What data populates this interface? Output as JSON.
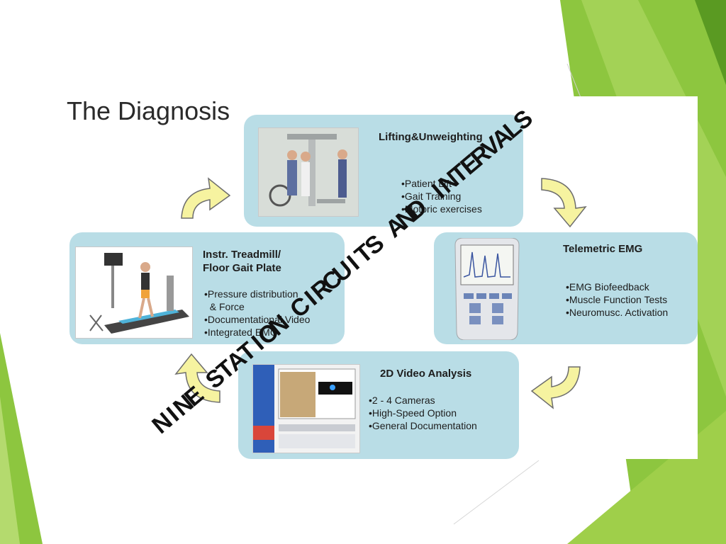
{
  "slide": {
    "title": "The Diagnosis",
    "colors": {
      "accent_green": "#8dc63f",
      "dark_green": "#5a9a22",
      "panel_blue": "#b9dde6",
      "arrow_yellow": "#f6f3a0"
    }
  },
  "panels": {
    "lifting": {
      "title": "Lifting&Unweighting",
      "bullets": [
        "Patient Lift",
        "Gait Training",
        "Motoric exercises"
      ]
    },
    "emg": {
      "title": "Telemetric EMG",
      "bullets": [
        "EMG Biofeedback",
        "Muscle Function Tests",
        "Neuromusc. Activation"
      ]
    },
    "video": {
      "title": "2D Video Analysis",
      "bullets": [
        "2 - 4 Cameras",
        "High-Speed Option",
        "General Documentation"
      ]
    },
    "treadmill": {
      "title_line1": "Instr. Treadmill/",
      "title_line2": "Floor Gait Plate",
      "bullets": [
        "Pressure distribution",
        "& Force",
        "Documentational Video",
        "Integrated EMG"
      ]
    }
  },
  "overlay_text": "NINE STATION CIRCUITS AND INTERVALS",
  "overlay_letters": [
    "N",
    "I",
    "N",
    "E",
    "S",
    "T",
    "A",
    "T",
    "I",
    "O",
    "N",
    "C",
    "I",
    "R",
    "C",
    "U",
    "I",
    "T",
    "S",
    "A",
    "N",
    "D",
    "I",
    "N",
    "T",
    "E",
    "R",
    "V",
    "A",
    "L",
    "S"
  ],
  "icons": [
    "clockwise-arrow-icon",
    "clockwise-arrow-icon",
    "clockwise-arrow-icon",
    "clockwise-arrow-icon"
  ]
}
